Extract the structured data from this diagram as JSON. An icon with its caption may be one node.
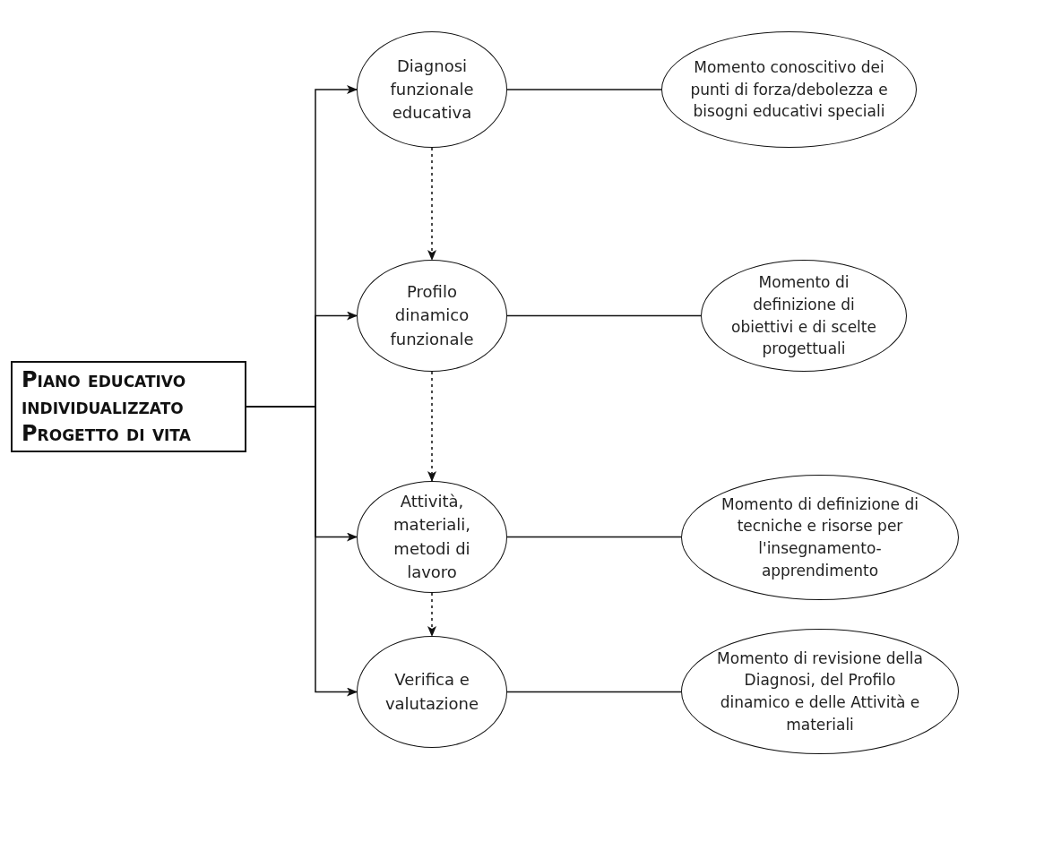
{
  "diagram": {
    "nodes": [
      {
        "text": [
          "Piano educativo individualizzato Progetto di vita"
        ]
      },
      {
        "text": [
          "Diagnosi funzionale educativa"
        ]
      },
      {
        "text": [
          "Momento conoscitivo dei punti di forza/debolezza e bisogni educativi speciali"
        ]
      },
      {
        "text": [
          "Profilo dinamico funzionale"
        ]
      },
      {
        "text": [
          "Momento di definizione di obiettivi e di scelte progettuali"
        ]
      },
      {
        "text": [
          "Attività, materiali, metodi di lavoro"
        ]
      },
      {
        "text": [
          "Momento di definizione di tecniche e risorse per l'insegnamento-apprendimento"
        ]
      },
      {
        "text": [
          "Verifica e valutazione"
        ]
      },
      {
        "text": [
          "Momento di revisione della Diagnosi, del Profilo dinamico e delle Attività e materiali"
        ]
      }
    ],
    "edges": [
      {
        "from": 0,
        "to": 1,
        "arrow": "to"
      },
      {
        "from": 0,
        "to": 3,
        "arrow": "to"
      },
      {
        "from": 0,
        "to": 5,
        "arrow": "to"
      },
      {
        "from": 0,
        "to": 7,
        "arrow": "to"
      },
      {
        "from": 1,
        "to": 2,
        "arrow": "none"
      },
      {
        "from": 3,
        "to": 4,
        "arrow": "none"
      },
      {
        "from": 5,
        "to": 6,
        "arrow": "none"
      },
      {
        "from": 7,
        "to": 8,
        "arrow": "none"
      },
      {
        "from": 1,
        "to": 3,
        "arrow": "to",
        "style": "dashed"
      },
      {
        "from": 3,
        "to": 5,
        "arrow": "to",
        "style": "dashed"
      },
      {
        "from": 5,
        "to": 7,
        "arrow": "to",
        "style": "dashed"
      }
    ]
  }
}
